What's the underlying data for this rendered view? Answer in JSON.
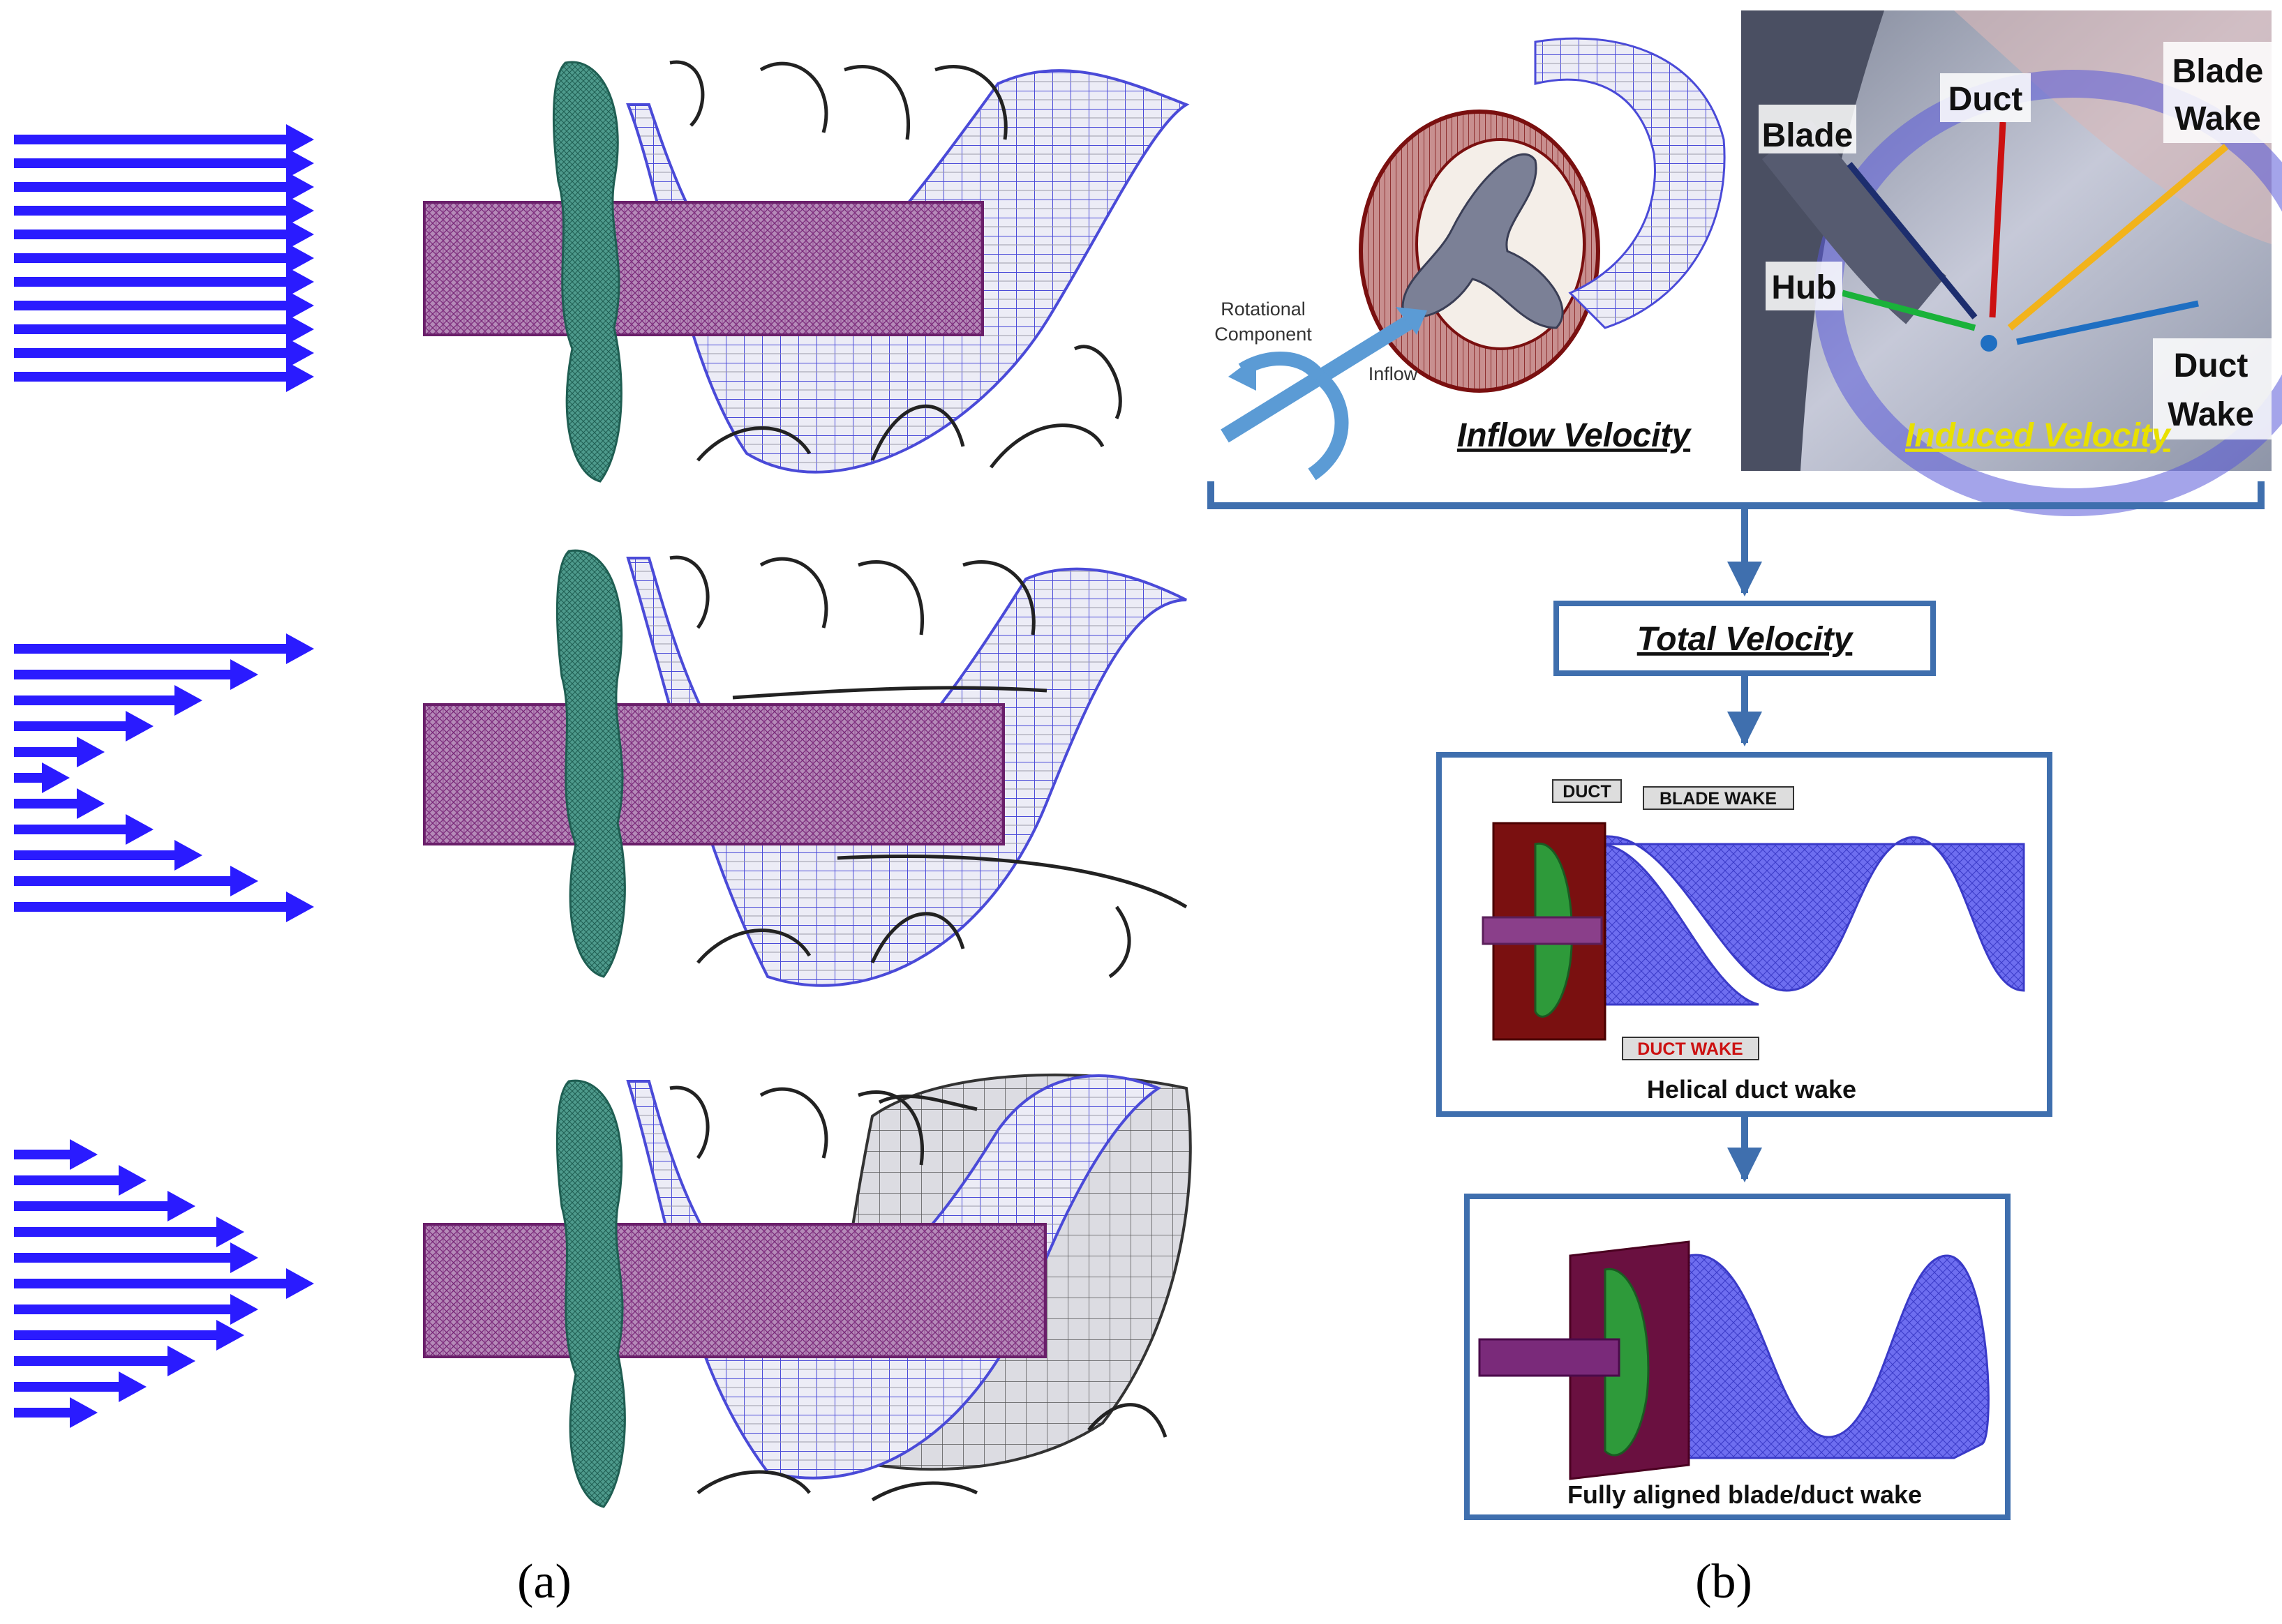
{
  "panel_a": {
    "caption": "(a)"
  },
  "panel_b": {
    "caption": "(b)",
    "labels": {
      "rotational_component": [
        "Rotational",
        "Component"
      ],
      "inflow": "Inflow",
      "inflow_velocity": "Inflow Velocity",
      "induced_velocity": "Induced Velocity",
      "blade": "Blade",
      "duct": "Duct",
      "blade_wake": [
        "Blade",
        "Wake"
      ],
      "hub": "Hub",
      "duct_wake": [
        "Duct",
        "Wake"
      ],
      "total_velocity": "Total Velocity",
      "duct_tag": "DUCT",
      "blade_wake_tag": "BLADE WAKE",
      "duct_wake_tag": "DUCT WAKE",
      "helical_caption": "Helical duct wake",
      "aligned_caption": "Fully aligned blade/duct wake"
    }
  },
  "colors": {
    "arrow_blue": "#2a1bff",
    "hub_purple": "#7a2a7a",
    "blade_teal": "#2d7a6a",
    "wake_mesh": "#4a4ad8",
    "box_border": "#3f6fae",
    "duct_red": "#7a1010",
    "pointer_blade": "#1d2e6e",
    "pointer_duct": "#cc1111",
    "pointer_blade_wake": "#f2b31b",
    "pointer_hub": "#1ab23a",
    "pointer_duct_wake": "#1f6fc2",
    "induced_text": "#e8e000"
  }
}
